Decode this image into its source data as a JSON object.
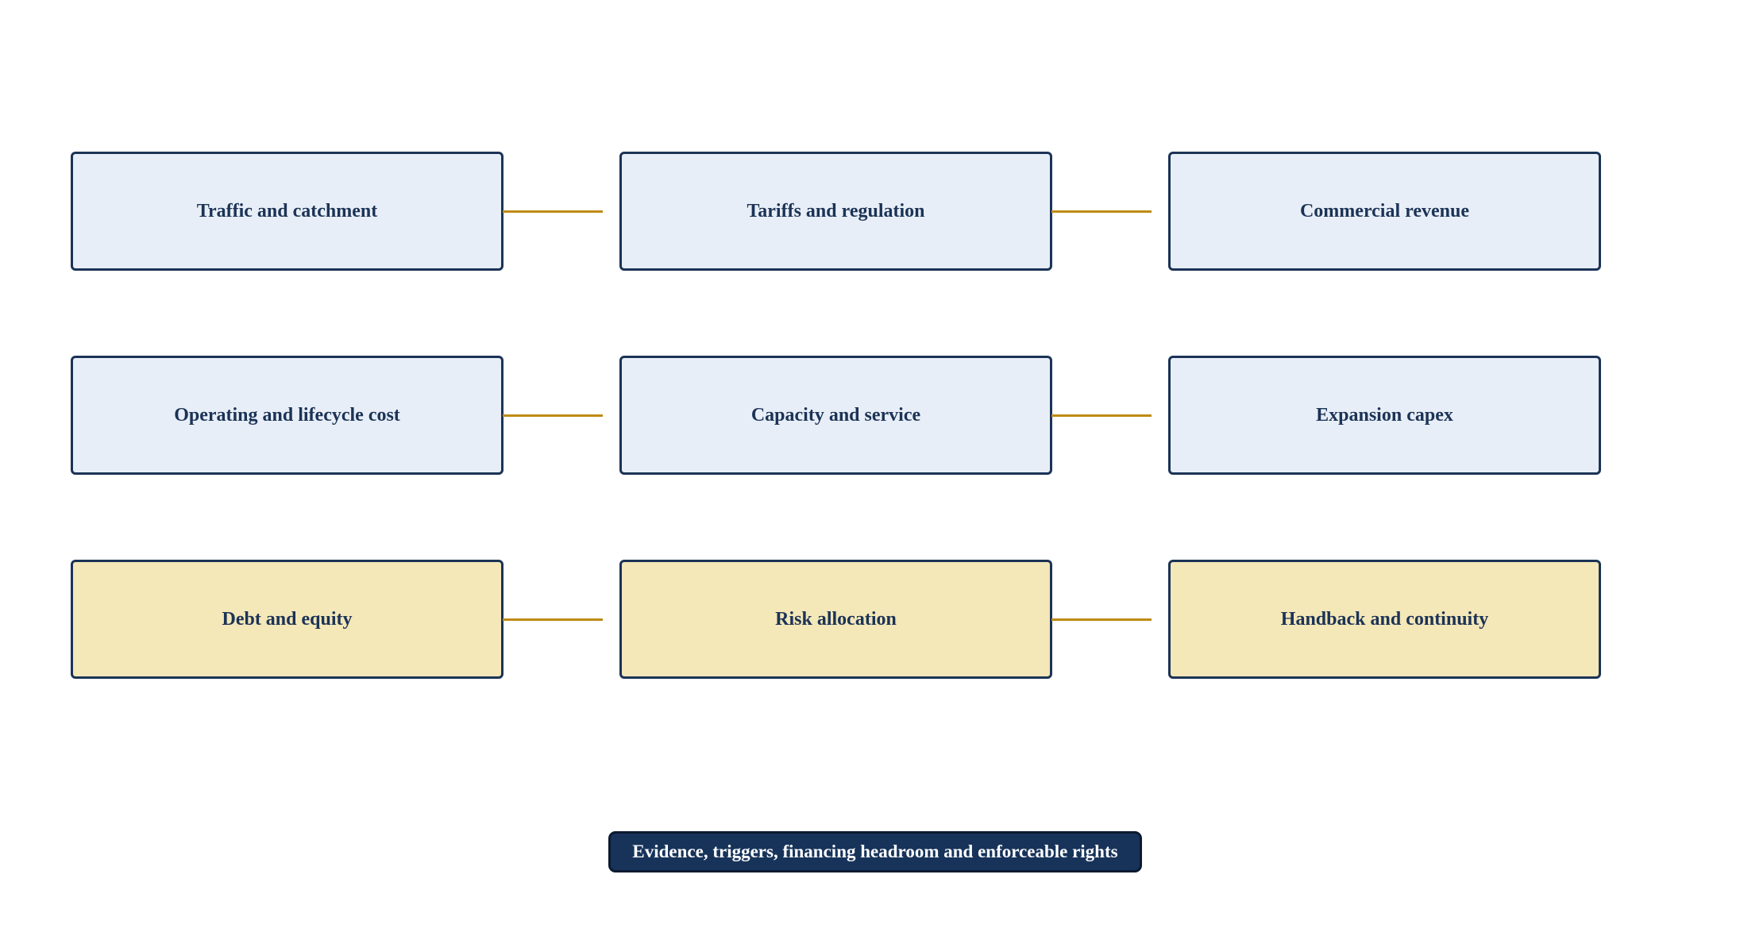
{
  "diagram": {
    "rows": [
      {
        "nodes": [
          {
            "label": "Traffic and catchment"
          },
          {
            "label": "Tariffs and regulation"
          },
          {
            "label": "Commercial revenue"
          }
        ]
      },
      {
        "nodes": [
          {
            "label": "Operating and lifecycle cost"
          },
          {
            "label": "Capacity and service"
          },
          {
            "label": "Expansion capex"
          }
        ]
      },
      {
        "nodes": [
          {
            "label": "Debt and equity"
          },
          {
            "label": "Risk allocation"
          },
          {
            "label": "Handback and continuity"
          }
        ]
      }
    ],
    "footer": "Evidence, triggers, financing headroom and enforceable rights"
  },
  "colors": {
    "box_light_blue": "#e8eef7",
    "box_gold": "#f4e7b8",
    "border_navy": "#1b3356",
    "connector_gold": "#c08a14",
    "footer_navy": "#17335a",
    "footer_text": "#ffffff"
  }
}
